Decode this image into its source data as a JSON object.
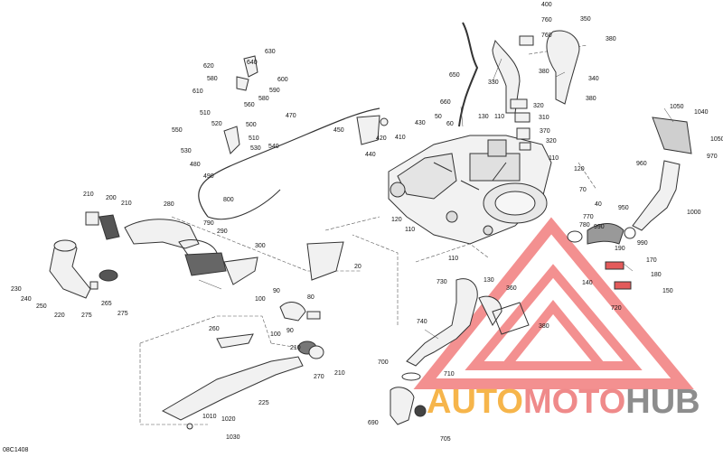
{
  "diagram": {
    "code": "08C1408",
    "labels": [
      {
        "id": "400",
        "t": "400"
      },
      {
        "id": "760a",
        "t": "760"
      },
      {
        "id": "760b",
        "t": "760"
      },
      {
        "id": "350",
        "t": "350"
      },
      {
        "id": "380a",
        "t": "380"
      },
      {
        "id": "380b",
        "t": "380"
      },
      {
        "id": "340",
        "t": "340"
      },
      {
        "id": "380c",
        "t": "380"
      },
      {
        "id": "650",
        "t": "650"
      },
      {
        "id": "330",
        "t": "330"
      },
      {
        "id": "660",
        "t": "660"
      },
      {
        "id": "320a",
        "t": "320"
      },
      {
        "id": "310",
        "t": "310"
      },
      {
        "id": "370",
        "t": "370"
      },
      {
        "id": "320b",
        "t": "320"
      },
      {
        "id": "130a",
        "t": "130"
      },
      {
        "id": "110a",
        "t": "110"
      },
      {
        "id": "50",
        "t": "50"
      },
      {
        "id": "60",
        "t": "60"
      },
      {
        "id": "630",
        "t": "630"
      },
      {
        "id": "640",
        "t": "640"
      },
      {
        "id": "620",
        "t": "620"
      },
      {
        "id": "600",
        "t": "600"
      },
      {
        "id": "580a",
        "t": "580"
      },
      {
        "id": "610",
        "t": "610"
      },
      {
        "id": "590",
        "t": "590"
      },
      {
        "id": "580b",
        "t": "580"
      },
      {
        "id": "560",
        "t": "560"
      },
      {
        "id": "470",
        "t": "470"
      },
      {
        "id": "430",
        "t": "430"
      },
      {
        "id": "450",
        "t": "450"
      },
      {
        "id": "410",
        "t": "410"
      },
      {
        "id": "420",
        "t": "420"
      },
      {
        "id": "440",
        "t": "440"
      },
      {
        "id": "510a",
        "t": "510"
      },
      {
        "id": "520",
        "t": "520"
      },
      {
        "id": "550",
        "t": "550"
      },
      {
        "id": "500",
        "t": "500"
      },
      {
        "id": "510b",
        "t": "510"
      },
      {
        "id": "530a",
        "t": "530"
      },
      {
        "id": "530b",
        "t": "530"
      },
      {
        "id": "540",
        "t": "540"
      },
      {
        "id": "480",
        "t": "480"
      },
      {
        "id": "490",
        "t": "490"
      },
      {
        "id": "800",
        "t": "800"
      },
      {
        "id": "1050a",
        "t": "1050"
      },
      {
        "id": "1040",
        "t": "1040"
      },
      {
        "id": "1050b",
        "t": "1050"
      },
      {
        "id": "970",
        "t": "970"
      },
      {
        "id": "960",
        "t": "960"
      },
      {
        "id": "1000",
        "t": "1000"
      },
      {
        "id": "110b",
        "t": "110"
      },
      {
        "id": "120a",
        "t": "120"
      },
      {
        "id": "70",
        "t": "70"
      },
      {
        "id": "40",
        "t": "40"
      },
      {
        "id": "770",
        "t": "770"
      },
      {
        "id": "780",
        "t": "780"
      },
      {
        "id": "950",
        "t": "950"
      },
      {
        "id": "990a",
        "t": "990"
      },
      {
        "id": "990b",
        "t": "990"
      },
      {
        "id": "120b",
        "t": "120"
      },
      {
        "id": "110c",
        "t": "110"
      },
      {
        "id": "210a",
        "t": "210"
      },
      {
        "id": "200",
        "t": "200"
      },
      {
        "id": "210b",
        "t": "210"
      },
      {
        "id": "280",
        "t": "280"
      },
      {
        "id": "790",
        "t": "790"
      },
      {
        "id": "290",
        "t": "290"
      },
      {
        "id": "300",
        "t": "300"
      },
      {
        "id": "20",
        "t": "20"
      },
      {
        "id": "110d",
        "t": "110"
      },
      {
        "id": "130b",
        "t": "130"
      },
      {
        "id": "730",
        "t": "730"
      },
      {
        "id": "190",
        "t": "190"
      },
      {
        "id": "170",
        "t": "170"
      },
      {
        "id": "180",
        "t": "180"
      },
      {
        "id": "140",
        "t": "140"
      },
      {
        "id": "150",
        "t": "150"
      },
      {
        "id": "720",
        "t": "720"
      },
      {
        "id": "360",
        "t": "360"
      },
      {
        "id": "380d",
        "t": "380"
      },
      {
        "id": "740",
        "t": "740"
      },
      {
        "id": "230",
        "t": "230"
      },
      {
        "id": "240",
        "t": "240"
      },
      {
        "id": "250",
        "t": "250"
      },
      {
        "id": "220",
        "t": "220"
      },
      {
        "id": "275a",
        "t": "275"
      },
      {
        "id": "265",
        "t": "265"
      },
      {
        "id": "275b",
        "t": "275"
      },
      {
        "id": "90a",
        "t": "90"
      },
      {
        "id": "80",
        "t": "80"
      },
      {
        "id": "100a",
        "t": "100"
      },
      {
        "id": "100b",
        "t": "100"
      },
      {
        "id": "90b",
        "t": "90"
      },
      {
        "id": "260",
        "t": "260"
      },
      {
        "id": "210c",
        "t": "210"
      },
      {
        "id": "270",
        "t": "270"
      },
      {
        "id": "210d",
        "t": "210"
      },
      {
        "id": "225",
        "t": "225"
      },
      {
        "id": "700",
        "t": "700"
      },
      {
        "id": "710",
        "t": "710"
      },
      {
        "id": "690",
        "t": "690"
      },
      {
        "id": "705",
        "t": "705"
      },
      {
        "id": "1010",
        "t": "1010"
      },
      {
        "id": "1020",
        "t": "1020"
      },
      {
        "id": "1030",
        "t": "1030"
      }
    ]
  },
  "watermark": {
    "part1": "AUTO",
    "part2": "MOTO",
    "part3": "HUB",
    "colors": {
      "auto": "#f6b54b",
      "moto": "#ef8a8a",
      "hub": "#8d8d8d",
      "triangle": "#ef6b6b"
    }
  }
}
